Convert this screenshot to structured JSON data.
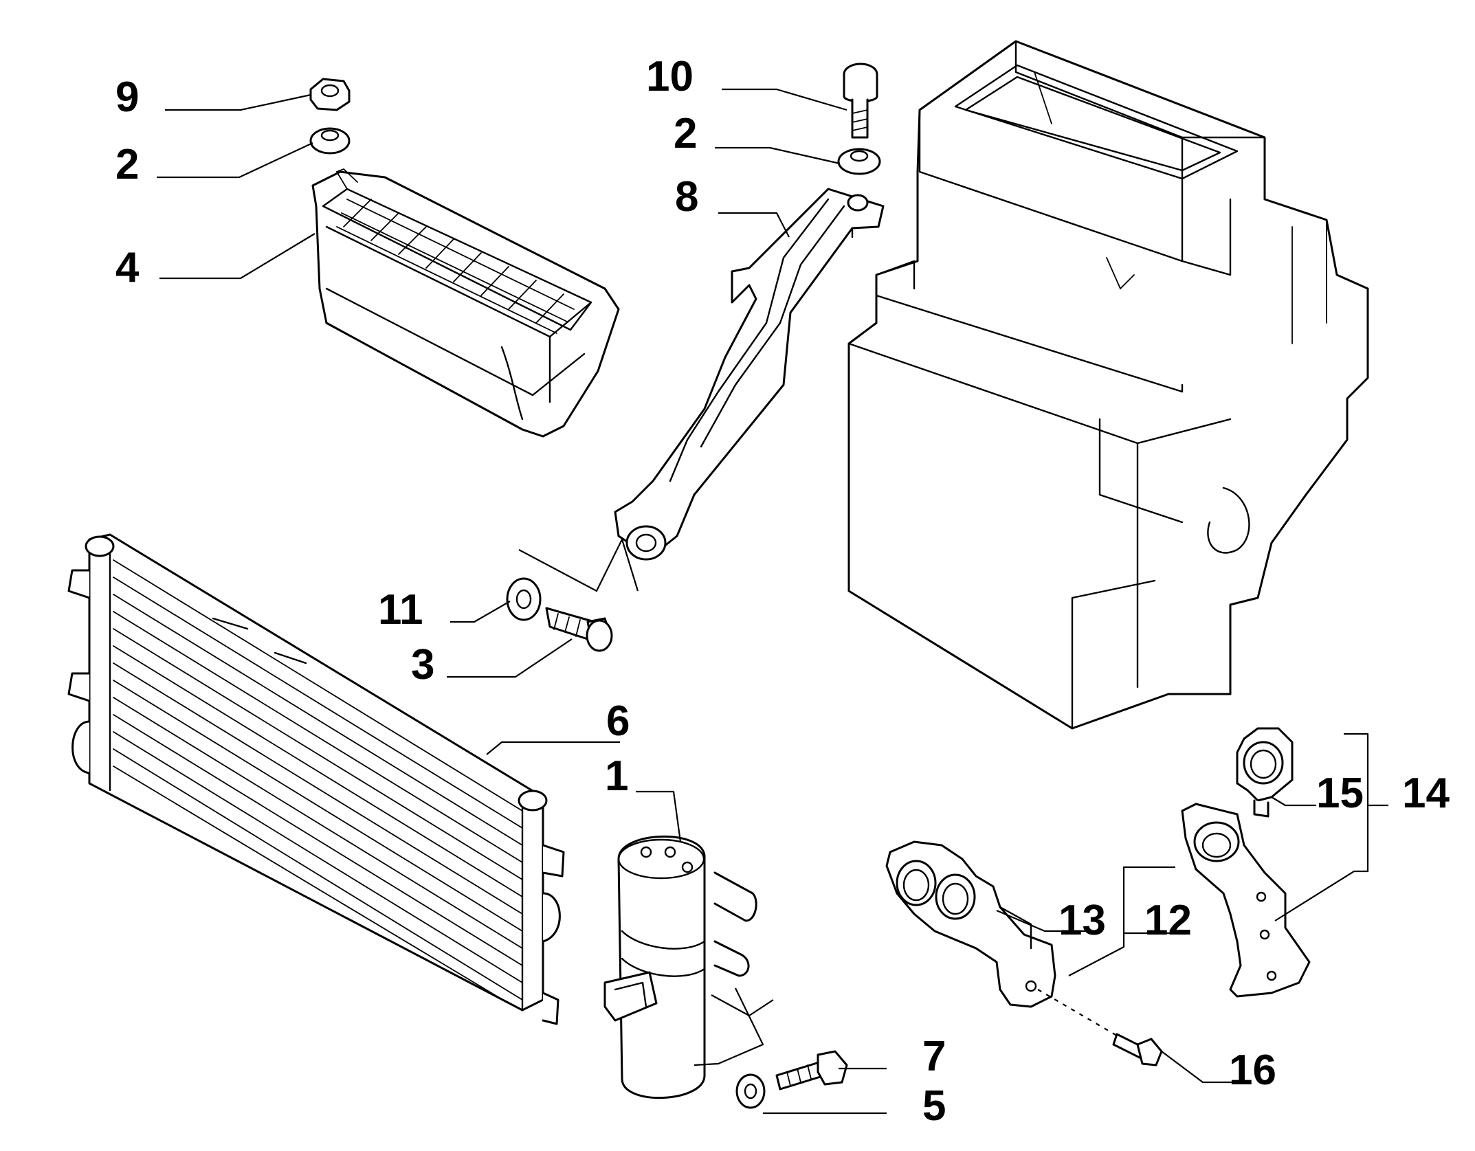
{
  "callouts": [
    {
      "id": "9",
      "text": "9"
    },
    {
      "id": "2a",
      "text": "2"
    },
    {
      "id": "4",
      "text": "4"
    },
    {
      "id": "10",
      "text": "10"
    },
    {
      "id": "2b",
      "text": "2"
    },
    {
      "id": "8",
      "text": "8"
    },
    {
      "id": "11",
      "text": "11"
    },
    {
      "id": "3",
      "text": "3"
    },
    {
      "id": "6",
      "text": "6"
    },
    {
      "id": "1",
      "text": "1"
    },
    {
      "id": "7",
      "text": "7"
    },
    {
      "id": "5",
      "text": "5"
    },
    {
      "id": "13",
      "text": "13"
    },
    {
      "id": "12",
      "text": "12"
    },
    {
      "id": "15",
      "text": "15"
    },
    {
      "id": "14",
      "text": "14"
    },
    {
      "id": "16",
      "text": "16"
    }
  ],
  "parts": {
    "heater_housing": "heater-housing",
    "air_filter_grille": "air-filter-grille",
    "support_bracket": "support-bracket",
    "condenser": "condenser",
    "receiver_drier": "receiver-drier",
    "pipe_clamp_bracket_left": "pipe-clamp-bracket",
    "pipe_clamp_bracket_right": "pipe-clamp-bracket",
    "pipe_clip": "pipe-clip",
    "nut": "nut",
    "washer": "washer",
    "bolt": "bolt",
    "spacer": "spacer"
  }
}
